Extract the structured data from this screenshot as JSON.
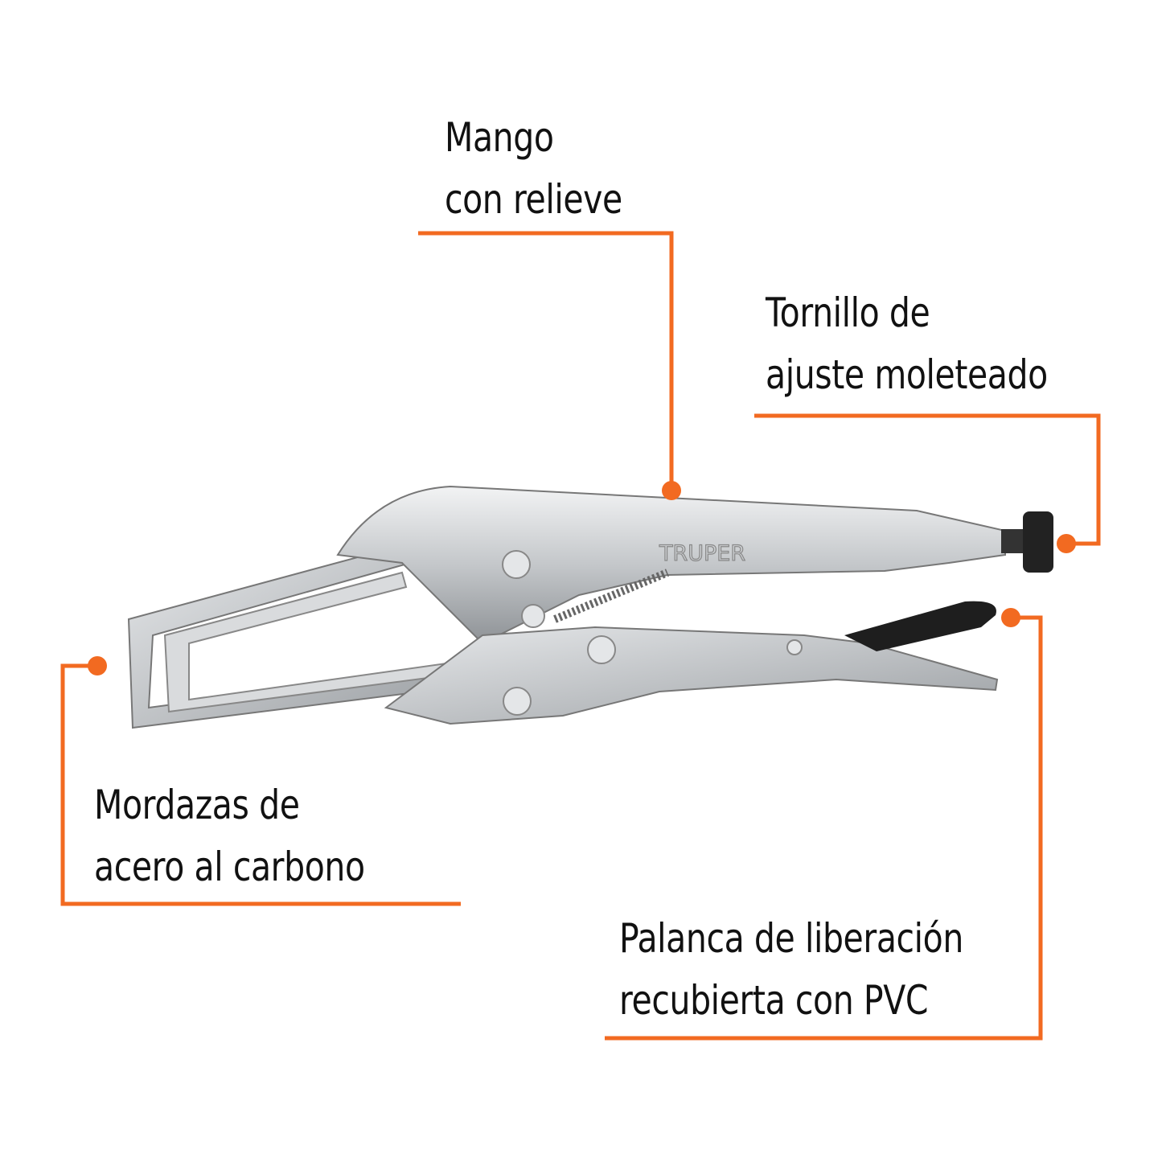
{
  "colors": {
    "accent": "#F26A21",
    "text": "#111111",
    "metal": "#C8CACC"
  },
  "brand_logo": "TRUPER",
  "callouts": [
    {
      "id": "mango",
      "lines": [
        "Mango",
        "con relieve"
      ]
    },
    {
      "id": "tornillo",
      "lines": [
        "Tornillo de",
        "ajuste moleteado"
      ]
    },
    {
      "id": "mordazas",
      "lines": [
        "Mordazas de",
        "acero al carbono"
      ]
    },
    {
      "id": "palanca",
      "lines": [
        "Palanca de liberación",
        "recubierta con PVC"
      ]
    }
  ]
}
